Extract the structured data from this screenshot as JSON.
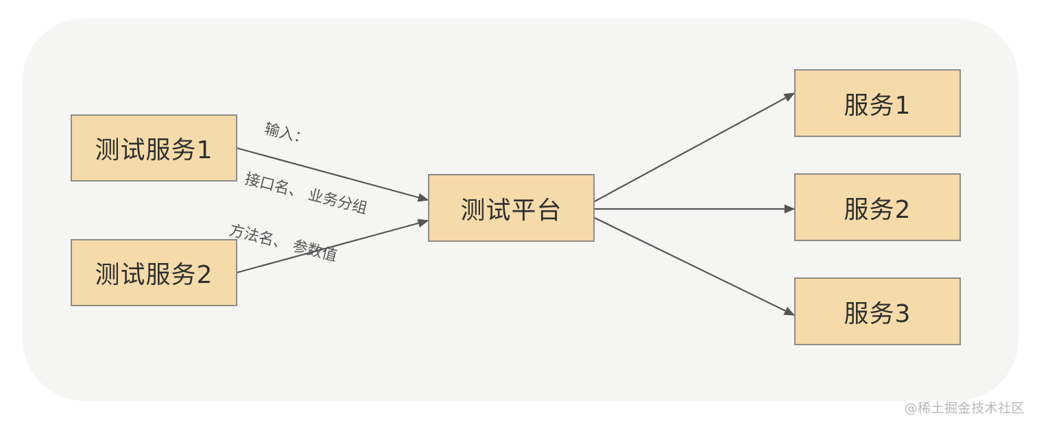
{
  "diagram": {
    "type": "flowchart",
    "background_color": "#f5f5f3",
    "node_fill": "#f5dba9",
    "node_border": "#8c8c86",
    "edge_color": "#555555",
    "nodes": [
      {
        "id": "test_service_1",
        "label": "测试服务1"
      },
      {
        "id": "test_service_2",
        "label": "测试服务2"
      },
      {
        "id": "test_platform",
        "label": "测试平台"
      },
      {
        "id": "service_1",
        "label": "服务1"
      },
      {
        "id": "service_2",
        "label": "服务2"
      },
      {
        "id": "service_3",
        "label": "服务3"
      }
    ],
    "edges": [
      {
        "from": "test_service_1",
        "to": "test_platform",
        "label": "输入：接口名、业务分组 方法名、参数值"
      },
      {
        "from": "test_service_2",
        "to": "test_platform",
        "label": ""
      },
      {
        "from": "test_platform",
        "to": "service_1",
        "label": ""
      },
      {
        "from": "test_platform",
        "to": "service_2",
        "label": ""
      },
      {
        "from": "test_platform",
        "to": "service_3",
        "label": ""
      }
    ],
    "edge_label_lines": [
      "输入：",
      "接口名、 业务分组",
      "方法名、 参数值"
    ]
  },
  "watermark": "@稀土掘金技术社区"
}
